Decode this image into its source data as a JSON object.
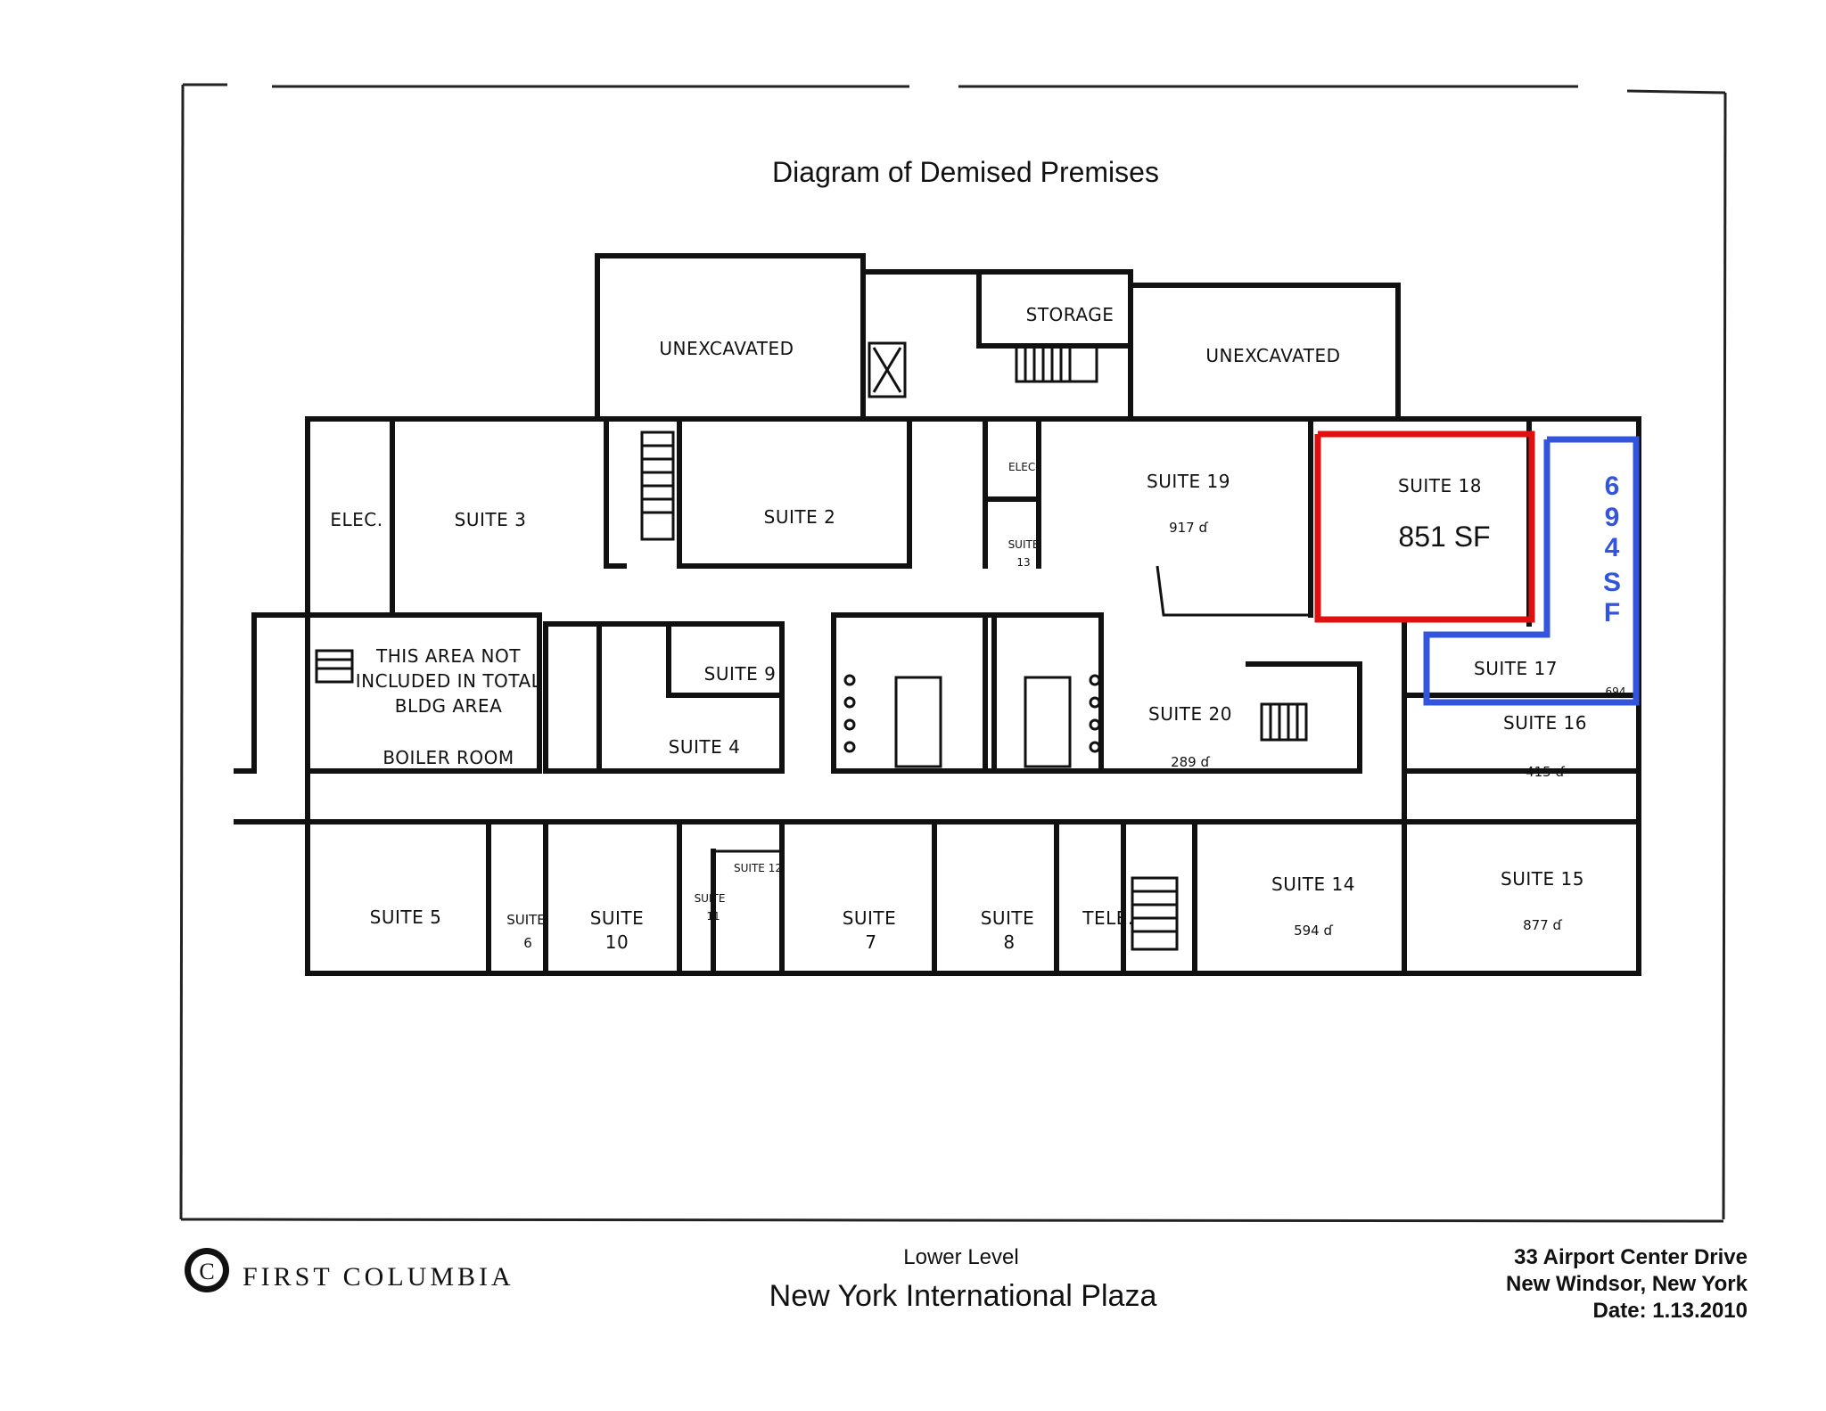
{
  "title": "Diagram of Demised Premises",
  "rooms": {
    "unexcavated": "UNEXCAVATED",
    "storage": "STORAGE",
    "elec": "ELEC.",
    "elec_small": "ELEC.",
    "suite3": "SUITE 3",
    "suite2": "SUITE 2",
    "suite19": "SUITE 19",
    "suite19_area": "917 ɗ",
    "suite18": "SUITE 18",
    "suite18_area": "851 SF",
    "not_included_1": "THIS AREA NOT",
    "not_included_2": "INCLUDED IN TOTAL",
    "not_included_3": "BLDG AREA",
    "boiler": "BOILER ROOM",
    "suite9": "SUITE 9",
    "suite4": "SUITE 4",
    "suite13_a": "SUITE",
    "suite13_b": "13",
    "suite20": "SUITE 20",
    "suite20_area": "289 ɗ",
    "suite17": "SUITE 17",
    "suite17_area": "694",
    "suite16": "SUITE 16",
    "suite16_area": "415 ɗ",
    "suite5": "SUITE 5",
    "suite6_a": "SUITE",
    "suite6_b": "6",
    "suite10_a": "SUITE",
    "suite10_b": "10",
    "suite11_a": "SUITE",
    "suite11_b": "11",
    "suite12": "SUITE 12",
    "suite7_a": "SUITE",
    "suite7_b": "7",
    "suite8_a": "SUITE",
    "suite8_b": "8",
    "tele": "TELE.",
    "suite14": "SUITE 14",
    "suite14_area": "594 ɗ",
    "suite15": "SUITE 15",
    "suite15_area": "877 ɗ"
  },
  "highlight_blue": {
    "chars": [
      "6",
      "9",
      "4",
      "S",
      "F"
    ],
    "color": "#3355dd"
  },
  "highlight_red": {
    "color": "#e01010"
  },
  "footer": {
    "brand": "FIRST COLUMBIA",
    "level": "Lower Level",
    "building": "New York International Plaza",
    "address1": "33 Airport Center Drive",
    "address2": "New Windsor, New York",
    "date": "Date: 1.13.2010"
  }
}
